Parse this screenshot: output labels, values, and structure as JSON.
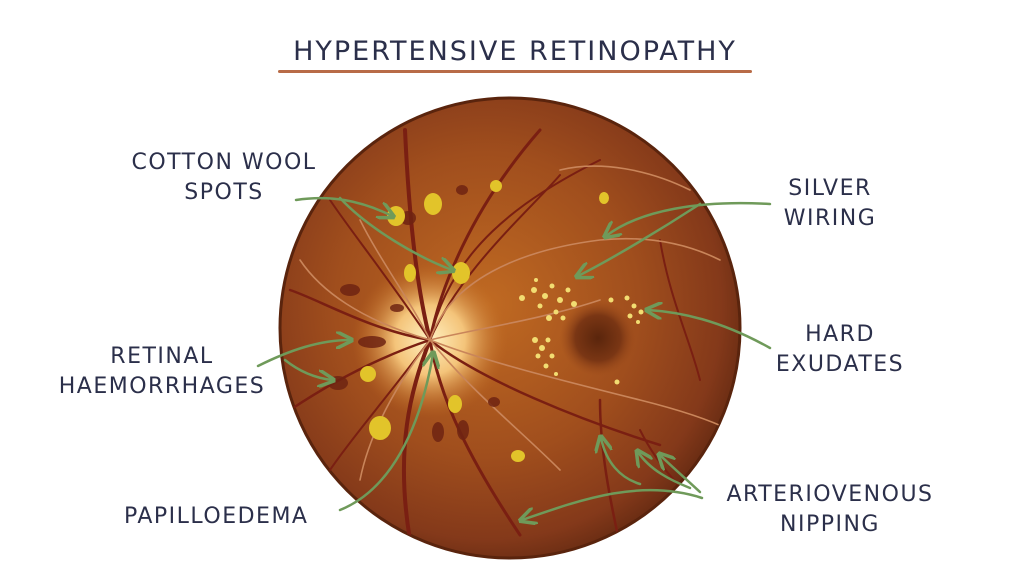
{
  "title": "HYPERTENSIVE RETINOPATHY",
  "labels": {
    "cotton_wool_spots": [
      "COTTON WOOL",
      "SPOTS"
    ],
    "silver_wiring": [
      "SILVER",
      "WIRING"
    ],
    "hard_exudates": [
      "HARD",
      "EXUDATES"
    ],
    "retinal_haemorrhages": [
      "RETINAL",
      "HAEMORRHAGES"
    ],
    "papilloedema": [
      "PAPILLOEDEMA"
    ],
    "arteriovenous_nipping": [
      "ARTERIOVENOUS",
      "NIPPING"
    ]
  },
  "colors": {
    "ink": "#2b2f4a",
    "title_underline": "#b86b47",
    "arrow": "#6f9a5a",
    "fundus_edge": "#6b2e0f",
    "fundus_mid": "#9b4a1b",
    "vessel": "#7a1f12",
    "cotton_wool": "#e2c42a",
    "exudate": "#f2dd72",
    "haemorrhage": "#6f2412"
  }
}
